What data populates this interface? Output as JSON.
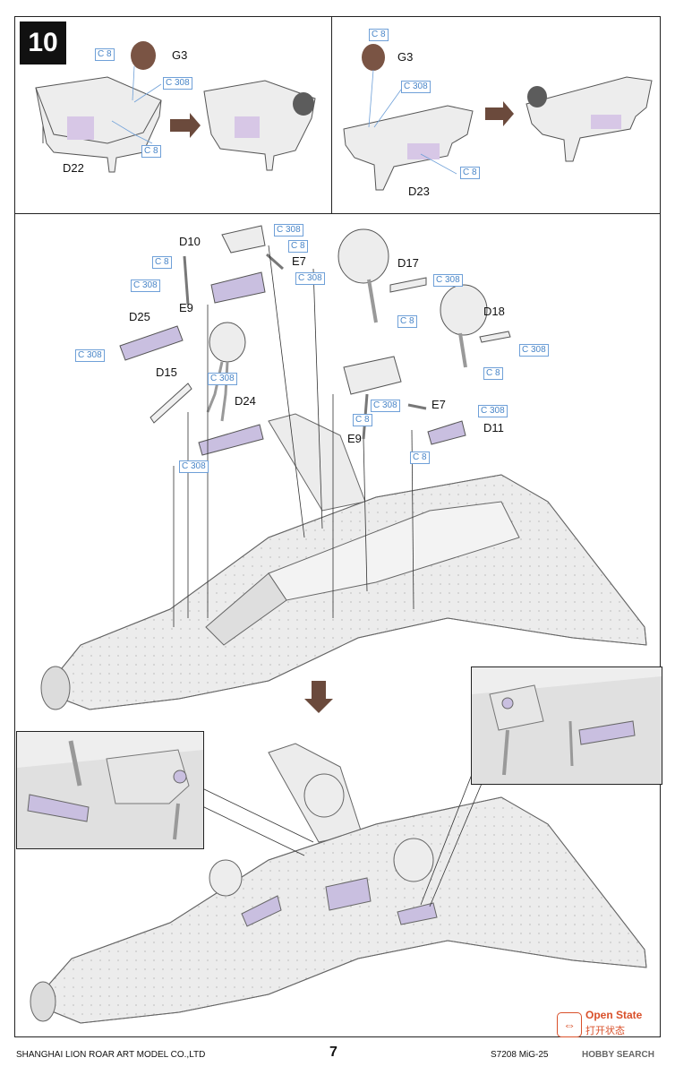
{
  "step": {
    "number": "10"
  },
  "labels": {
    "c8": "C 8",
    "c308": "C 308",
    "g3": "G3",
    "d22": "D22",
    "d23": "D23",
    "d10": "D10",
    "e7": "E7",
    "e9": "E9",
    "d25": "D25",
    "d15": "D15",
    "d24": "D24",
    "d17": "D17",
    "d18": "D18",
    "d11": "D11"
  },
  "open_state": {
    "title": "Open State",
    "subtitle": "打开状态",
    "icon": "open-arrows-icon"
  },
  "footer": {
    "company": "SHANGHAI LION ROAR ART MODEL CO.,LTD",
    "page": "7",
    "product": "S7208 MiG-25",
    "watermark": "HOBBY SEARCH"
  },
  "colors": {
    "callout": "#4a86c8",
    "part_lavender": "#c9bfe0",
    "part_brown": "#7a5444",
    "arrow": "#6b4a3c",
    "accent": "#d9502a"
  }
}
